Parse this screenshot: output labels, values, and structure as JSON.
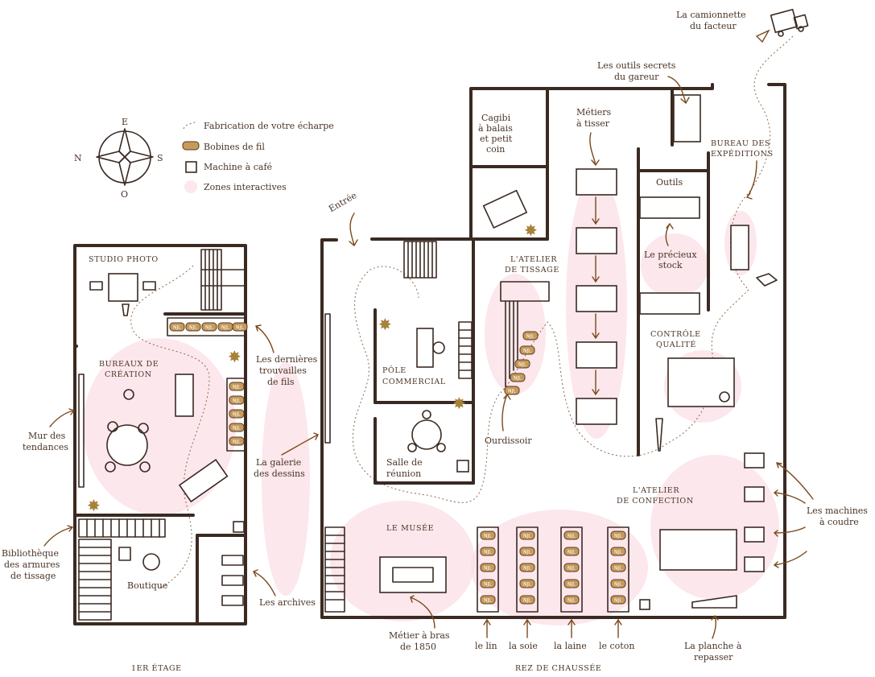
{
  "legend": {
    "items": [
      {
        "icon": "dotted-path-icon",
        "label": "Fabrication de votre écharpe"
      },
      {
        "icon": "spool-icon",
        "label": "Bobines de fil"
      },
      {
        "icon": "coffee-machine-icon",
        "label": "Machine à café"
      },
      {
        "icon": "pink-zone-icon",
        "label": "Zones interactives"
      }
    ],
    "compass": {
      "n": "N",
      "e": "E",
      "s": "S",
      "o": "O"
    }
  },
  "floors": {
    "first": "1ER ÉTAGE",
    "ground": "REZ DE CHAUSSÉE"
  },
  "rooms": {
    "studio_photo": "STUDIO PHOTO",
    "bureaux_creation_1": "BUREAUX DE",
    "bureaux_creation_2": "CRÉATION",
    "boutique": "Boutique",
    "cagibi_1": "Cagibi",
    "cagibi_2": "à balais",
    "cagibi_3": "et petit",
    "cagibi_4": "coin",
    "pole_1": "PÔLE",
    "pole_2": "COMMERCIAL",
    "salle_1": "Salle de",
    "salle_2": "réunion",
    "atelier_tissage_1": "L'ATELIER",
    "atelier_tissage_2": "DE TISSAGE",
    "outils": "Outils",
    "precieux_1": "Le précieux",
    "precieux_2": "stock",
    "controle_1": "CONTRÔLE",
    "controle_2": "QUALITÉ",
    "bureau_exp_1": "BUREAU DES",
    "bureau_exp_2": "EXPÉDITIONS",
    "musee": "LE MUSÉE",
    "confection_1": "L'ATELIER",
    "confection_2": "DE CONFECTION"
  },
  "callouts": {
    "entree": "Entrée",
    "camionnette_1": "La camionnette",
    "camionnette_2": "du facteur",
    "outils_secrets_1": "Les outils secrets",
    "outils_secrets_2": "du gareur",
    "metiers_1": "Métiers",
    "metiers_2": "à tisser",
    "dernieres_1": "Les dernières",
    "dernieres_2": "trouvailles",
    "dernieres_3": "de fils",
    "galerie_1": "La galerie",
    "galerie_2": "des dessins",
    "archives": "Les archives",
    "mur_1": "Mur des",
    "mur_2": "tendances",
    "biblio_1": "Bibliothèque",
    "biblio_2": "des armures",
    "biblio_3": "de tissage",
    "ourdissoir": "Ourdissoir",
    "metier_bras_1": "Métier à bras",
    "metier_bras_2": "de 1850",
    "lin": "le lin",
    "soie": "la soie",
    "laine": "la laine",
    "coton": "le coton",
    "planche_1": "La planche à",
    "planche_2": "repasser",
    "machines_1": "Les machines",
    "machines_2": "à coudre"
  },
  "spool_text": "NJL",
  "colors": {
    "wall": "#3a2a22",
    "zone": "#fbdfe6",
    "spool": "#c59a5a",
    "label": "#4a3426",
    "accent": "#7a4a1c"
  }
}
